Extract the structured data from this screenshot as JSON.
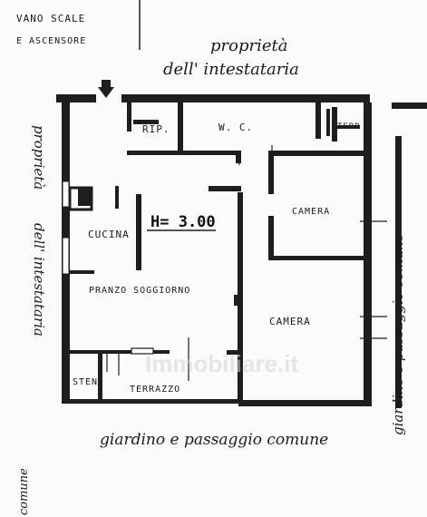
{
  "labels": {
    "vano_scale": "VANO SCALE",
    "ascensore": "E ASCENSORE",
    "rip": "RIP.",
    "wc": "W. C.",
    "terr": "TERR",
    "cucina": "CUCINA",
    "height": "H= 3.00",
    "camera_1": "CAMERA",
    "camera_2": "CAMERA",
    "pranzo_soggiorno": "PRANZO SOGGIORNO",
    "sten": "STEN.",
    "terrazzo": "TERRAZZO"
  },
  "handwritten": {
    "proprieta": "proprietà",
    "intestataria_top": "dell' intestataria",
    "proprieta_left": "proprietà",
    "intestataria_left": "dell' intestataria",
    "giardino_bottom": "giardino e passaggio comune",
    "giardino_right": "giardino e passaggio comune",
    "comune_corner": "comune"
  },
  "watermark": "Immobiliare.it",
  "colors": {
    "ink": "#1e1e1e",
    "paper": "#fbfbfa"
  }
}
